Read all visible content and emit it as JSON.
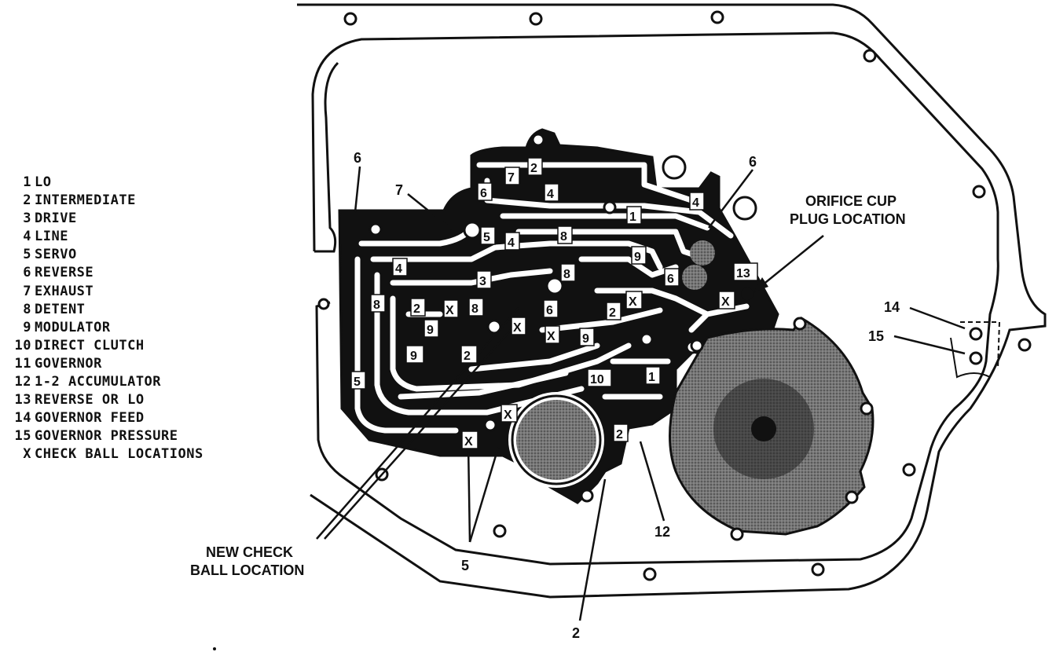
{
  "legend": [
    {
      "num": "1",
      "text": "LO"
    },
    {
      "num": "2",
      "text": "INTERMEDIATE"
    },
    {
      "num": "3",
      "text": "DRIVE"
    },
    {
      "num": "4",
      "text": "LINE"
    },
    {
      "num": "5",
      "text": "SERVO"
    },
    {
      "num": "6",
      "text": "REVERSE"
    },
    {
      "num": "7",
      "text": "EXHAUST"
    },
    {
      "num": "8",
      "text": "DETENT"
    },
    {
      "num": "9",
      "text": "MODULATOR"
    },
    {
      "num": "10",
      "text": "DIRECT CLUTCH"
    },
    {
      "num": "11",
      "text": "GOVERNOR"
    },
    {
      "num": "12",
      "text": "1-2 ACCUMULATOR"
    },
    {
      "num": "13",
      "text": "REVERSE OR LO"
    },
    {
      "num": "14",
      "text": "GOVERNOR FEED"
    },
    {
      "num": "15",
      "text": "GOVERNOR PRESSURE"
    },
    {
      "num": "X",
      "text": "CHECK BALL LOCATIONS"
    }
  ],
  "callouts": {
    "orifice_line1": "ORIFICE CUP",
    "orifice_line2": "PLUG LOCATION",
    "new_check_line1": "NEW CHECK",
    "new_check_line2": "BALL LOCATION",
    "label_6_left": "6",
    "label_7": "7",
    "label_6_right": "6",
    "label_14": "14",
    "label_15": "15",
    "label_12": "12",
    "label_5_bottom": "5",
    "label_2_bottom": "2"
  },
  "passage_labels": [
    "7",
    "2",
    "4",
    "6",
    "4",
    "1",
    "4",
    "5",
    "4",
    "8",
    "9",
    "3",
    "8",
    "6",
    "13",
    "8",
    "2",
    "X",
    "8",
    "9",
    "X",
    "6",
    "X",
    "2",
    "X",
    "9",
    "X",
    "9",
    "2",
    "5",
    "10",
    "1",
    "X",
    "X",
    "2"
  ],
  "colors": {
    "ink": "#111111",
    "shade": "#5a5a5a"
  }
}
